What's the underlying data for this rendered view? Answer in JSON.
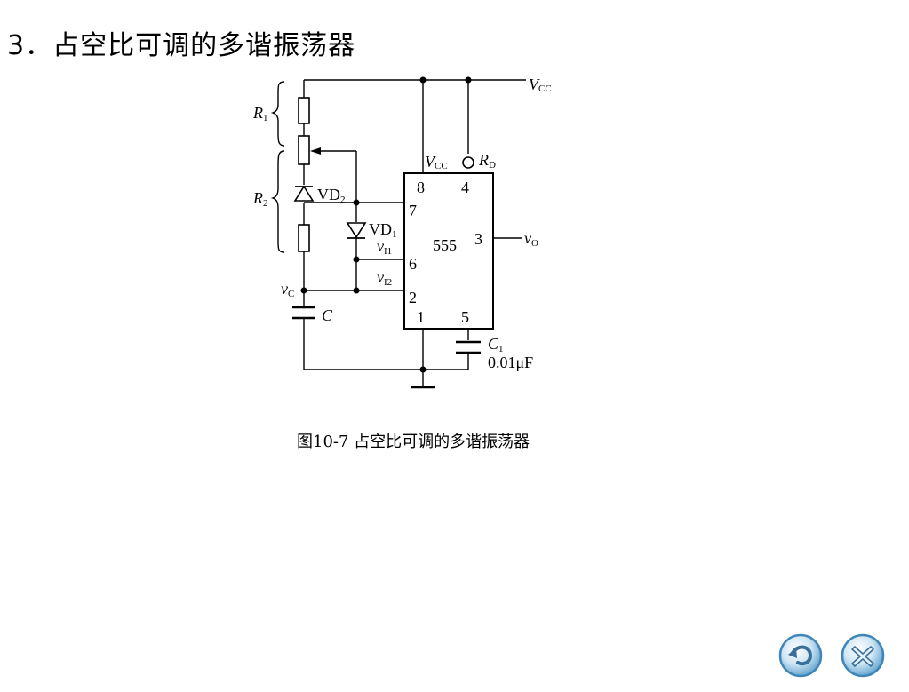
{
  "slide": {
    "title": "3．占空比可调的多谐振荡器"
  },
  "figure": {
    "caption": "图10-7  占空比可调的多谐振荡器"
  },
  "circuit": {
    "supply_label": "V",
    "supply_sub": "CC",
    "r1": "R",
    "r1_sub": "1",
    "r2": "R",
    "r2_sub": "2",
    "vd2": "VD",
    "vd2_sub": "2",
    "vd1": "VD",
    "vd1_sub": "1",
    "vc": "v",
    "vc_sub": "C",
    "cap": "C",
    "ic_name": "555",
    "pin_vcc_label": "V",
    "pin_vcc_sub": "CC",
    "pin_rd_label": "R",
    "pin_rd_sub": "D",
    "pin8": "8",
    "pin4": "4",
    "pin7": "7",
    "pin6": "6",
    "pin2": "2",
    "pin3": "3",
    "pin1": "1",
    "pin5": "5",
    "vi1": "v",
    "vi1_sub": "I1",
    "vi2": "v",
    "vi2_sub": "I2",
    "vo": "v",
    "vo_sub": "O",
    "c1": "C",
    "c1_sub": "1",
    "c1_value": "0.01μF"
  },
  "nav": {
    "back_icon": "back-arrow-icon",
    "close_icon": "close-x-icon",
    "button_color": "#4a9bc9"
  }
}
